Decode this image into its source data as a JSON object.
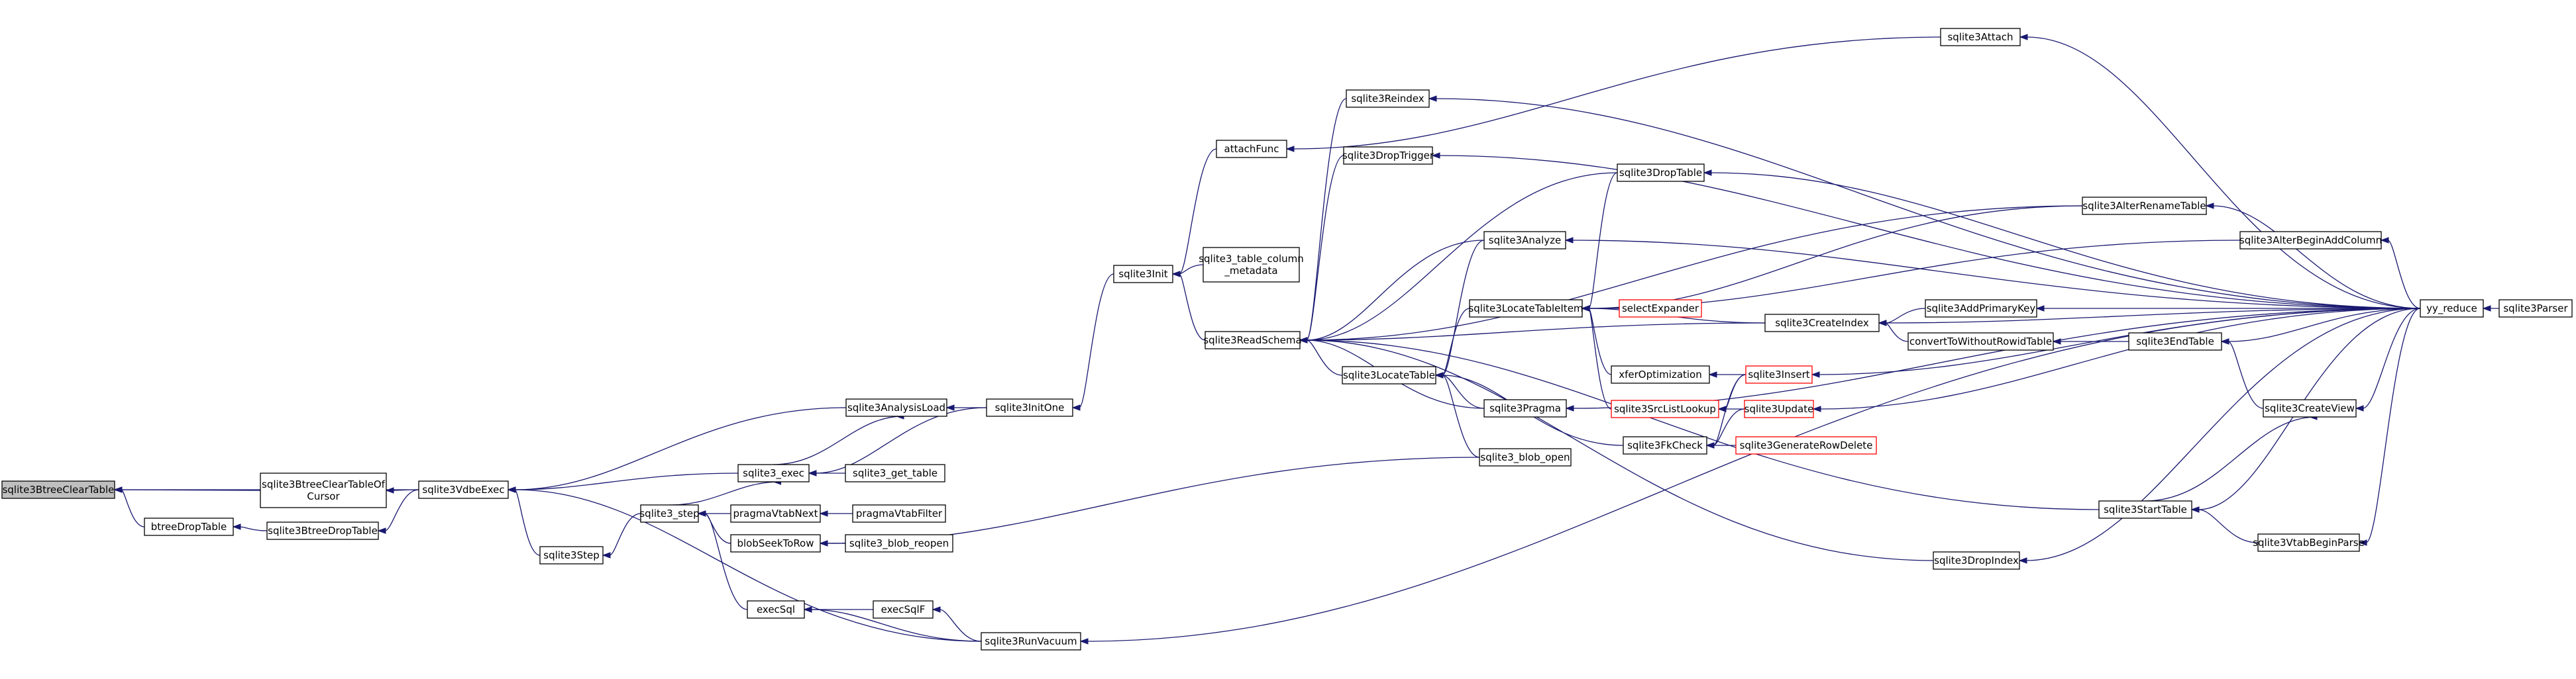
{
  "graph": {
    "colors": {
      "edge": "#191970",
      "node_border": "#000000",
      "truncated_border": "#ff0000",
      "highlight_fill": "#bfbfbf"
    },
    "nodes": [
      {
        "id": "n0",
        "label": "sqlite3BtreeClearTable",
        "highlight": true
      },
      {
        "id": "n1",
        "label": "sqlite3BtreeClearTableOf\nCursor"
      },
      {
        "id": "n2",
        "label": "btreeDropTable"
      },
      {
        "id": "n3",
        "label": "sqlite3VdbeExec"
      },
      {
        "id": "n4",
        "label": "sqlite3BtreeDropTable"
      },
      {
        "id": "n5",
        "label": "sqlite3Step"
      },
      {
        "id": "n6",
        "label": "sqlite3_exec"
      },
      {
        "id": "n7",
        "label": "sqlite3AnalysisLoad"
      },
      {
        "id": "n8",
        "label": "sqlite3InitOne"
      },
      {
        "id": "n9",
        "label": "sqlite3_get_table"
      },
      {
        "id": "n10",
        "label": "sqlite3_step"
      },
      {
        "id": "n11",
        "label": "pragmaVtabNext"
      },
      {
        "id": "n12",
        "label": "pragmaVtabFilter"
      },
      {
        "id": "n13",
        "label": "blobSeekToRow"
      },
      {
        "id": "n14",
        "label": "sqlite3_blob_reopen"
      },
      {
        "id": "n15",
        "label": "execSql"
      },
      {
        "id": "n16",
        "label": "execSqlF"
      },
      {
        "id": "n17",
        "label": "sqlite3RunVacuum"
      },
      {
        "id": "n18",
        "label": "sqlite3Init"
      },
      {
        "id": "n19",
        "label": "attachFunc"
      },
      {
        "id": "n20",
        "label": "sqlite3_table_column\n_metadata"
      },
      {
        "id": "n21",
        "label": "sqlite3ReadSchema"
      },
      {
        "id": "n22",
        "label": "sqlite3Attach"
      },
      {
        "id": "n23",
        "label": "sqlite3Reindex"
      },
      {
        "id": "n24",
        "label": "sqlite3DropTrigger"
      },
      {
        "id": "n25",
        "label": "sqlite3DropTable"
      },
      {
        "id": "n26",
        "label": "sqlite3Analyze"
      },
      {
        "id": "n27",
        "label": "sqlite3LocateTableItem"
      },
      {
        "id": "n28",
        "label": "sqlite3LocateTable"
      },
      {
        "id": "n29",
        "label": "sqlite3Pragma"
      },
      {
        "id": "n30",
        "label": "sqlite3_blob_open"
      },
      {
        "id": "n31",
        "label": "selectExpander",
        "truncated": true
      },
      {
        "id": "n32",
        "label": "xferOptimization"
      },
      {
        "id": "n33",
        "label": "sqlite3SrcListLookup",
        "truncated": true
      },
      {
        "id": "n34",
        "label": "sqlite3FkCheck"
      },
      {
        "id": "n35",
        "label": "sqlite3Insert",
        "truncated": true
      },
      {
        "id": "n36",
        "label": "sqlite3Update",
        "truncated": true
      },
      {
        "id": "n37",
        "label": "sqlite3GenerateRowDelete",
        "truncated": true
      },
      {
        "id": "n38",
        "label": "sqlite3AlterRenameTable"
      },
      {
        "id": "n39",
        "label": "sqlite3AlterBeginAddColumn"
      },
      {
        "id": "n40",
        "label": "sqlite3CreateIndex"
      },
      {
        "id": "n41",
        "label": "sqlite3AddPrimaryKey"
      },
      {
        "id": "n42",
        "label": "convertToWithoutRowidTable"
      },
      {
        "id": "n43",
        "label": "sqlite3EndTable"
      },
      {
        "id": "n44",
        "label": "sqlite3CreateView"
      },
      {
        "id": "n45",
        "label": "sqlite3StartTable"
      },
      {
        "id": "n46",
        "label": "sqlite3VtabBeginParse"
      },
      {
        "id": "n47",
        "label": "sqlite3DropIndex"
      },
      {
        "id": "n48",
        "label": "yy_reduce"
      },
      {
        "id": "n49",
        "label": "sqlite3Parser"
      }
    ],
    "edges": [
      {
        "from": "n1",
        "to": "n0"
      },
      {
        "from": "n2",
        "to": "n0"
      },
      {
        "from": "n3",
        "to": "n0"
      },
      {
        "from": "n3",
        "to": "n1"
      },
      {
        "from": "n4",
        "to": "n2"
      },
      {
        "from": "n3",
        "to": "n4"
      },
      {
        "from": "n5",
        "to": "n3"
      },
      {
        "from": "n7",
        "to": "n3"
      },
      {
        "from": "n6",
        "to": "n3"
      },
      {
        "from": "n17",
        "to": "n3"
      },
      {
        "from": "n10",
        "to": "n5"
      },
      {
        "from": "n6",
        "to": "n7"
      },
      {
        "from": "n8",
        "to": "n7"
      },
      {
        "from": "n8",
        "to": "n6"
      },
      {
        "from": "n9",
        "to": "n6"
      },
      {
        "from": "n10",
        "to": "n6"
      },
      {
        "from": "n11",
        "to": "n10"
      },
      {
        "from": "n13",
        "to": "n10"
      },
      {
        "from": "n15",
        "to": "n10"
      },
      {
        "from": "n12",
        "to": "n11"
      },
      {
        "from": "n14",
        "to": "n13"
      },
      {
        "from": "n30",
        "to": "n13"
      },
      {
        "from": "n16",
        "to": "n15"
      },
      {
        "from": "n17",
        "to": "n15"
      },
      {
        "from": "n17",
        "to": "n16"
      },
      {
        "from": "n18",
        "to": "n8"
      },
      {
        "from": "n19",
        "to": "n18"
      },
      {
        "from": "n20",
        "to": "n18"
      },
      {
        "from": "n21",
        "to": "n18"
      },
      {
        "from": "n22",
        "to": "n19"
      },
      {
        "from": "n23",
        "to": "n21"
      },
      {
        "from": "n24",
        "to": "n21"
      },
      {
        "from": "n25",
        "to": "n21"
      },
      {
        "from": "n26",
        "to": "n21"
      },
      {
        "from": "n28",
        "to": "n21"
      },
      {
        "from": "n29",
        "to": "n21"
      },
      {
        "from": "n40",
        "to": "n21"
      },
      {
        "from": "n38",
        "to": "n21"
      },
      {
        "from": "n45",
        "to": "n21"
      },
      {
        "from": "n47",
        "to": "n21"
      },
      {
        "from": "n27",
        "to": "n28"
      },
      {
        "from": "n26",
        "to": "n28"
      },
      {
        "from": "n29",
        "to": "n28"
      },
      {
        "from": "n30",
        "to": "n28"
      },
      {
        "from": "n34",
        "to": "n28"
      },
      {
        "from": "n25",
        "to": "n27"
      },
      {
        "from": "n31",
        "to": "n27"
      },
      {
        "from": "n32",
        "to": "n27"
      },
      {
        "from": "n33",
        "to": "n27"
      },
      {
        "from": "n38",
        "to": "n27"
      },
      {
        "from": "n39",
        "to": "n27"
      },
      {
        "from": "n40",
        "to": "n27"
      },
      {
        "from": "n36",
        "to": "n33"
      },
      {
        "from": "n35",
        "to": "n33"
      },
      {
        "from": "n35",
        "to": "n32"
      },
      {
        "from": "n35",
        "to": "n34"
      },
      {
        "from": "n36",
        "to": "n34"
      },
      {
        "from": "n37",
        "to": "n34"
      },
      {
        "from": "n41",
        "to": "n40"
      },
      {
        "from": "n42",
        "to": "n40"
      },
      {
        "from": "n48",
        "to": "n40"
      },
      {
        "from": "n43",
        "to": "n42"
      },
      {
        "from": "n44",
        "to": "n43"
      },
      {
        "from": "n48",
        "to": "n43"
      },
      {
        "from": "n45",
        "to": "n44"
      },
      {
        "from": "n46",
        "to": "n45"
      },
      {
        "from": "n48",
        "to": "n45"
      },
      {
        "from": "n48",
        "to": "n44"
      },
      {
        "from": "n48",
        "to": "n46"
      },
      {
        "from": "n48",
        "to": "n41"
      },
      {
        "from": "n48",
        "to": "n39"
      },
      {
        "from": "n48",
        "to": "n38"
      },
      {
        "from": "n48",
        "to": "n25"
      },
      {
        "from": "n48",
        "to": "n24"
      },
      {
        "from": "n48",
        "to": "n23"
      },
      {
        "from": "n48",
        "to": "n22"
      },
      {
        "from": "n48",
        "to": "n26"
      },
      {
        "from": "n48",
        "to": "n35"
      },
      {
        "from": "n48",
        "to": "n36"
      },
      {
        "from": "n48",
        "to": "n29"
      },
      {
        "from": "n48",
        "to": "n47"
      },
      {
        "from": "n48",
        "to": "n17"
      },
      {
        "from": "n49",
        "to": "n48"
      }
    ]
  }
}
